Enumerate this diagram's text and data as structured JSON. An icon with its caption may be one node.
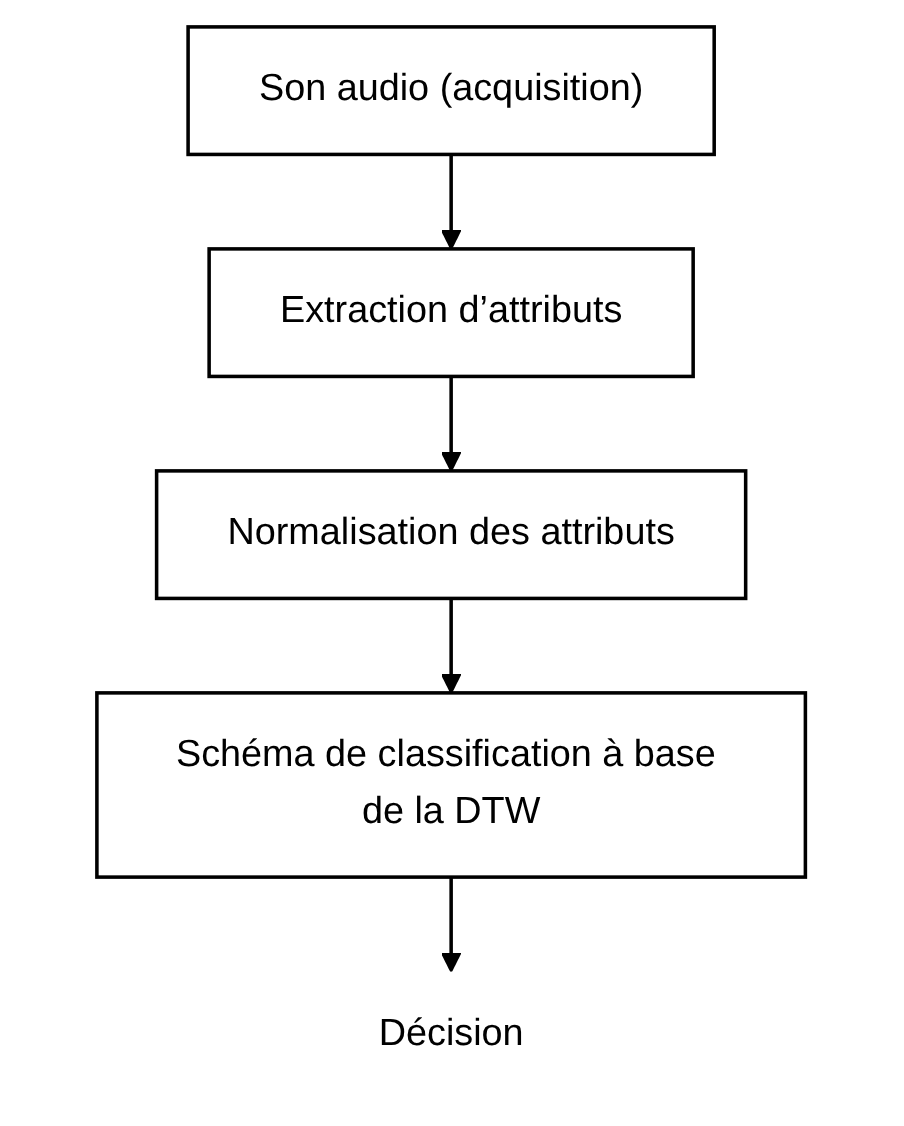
{
  "diagram": {
    "nodes": [
      {
        "text": [
          "Son audio (acquisition)"
        ]
      },
      {
        "text": [
          "Extraction d’attributs"
        ]
      },
      {
        "text": [
          "Normalisation des attributs"
        ]
      },
      {
        "text": [
          "Schéma de classification à base de la DTW"
        ]
      },
      {
        "text": [
          "Décision"
        ]
      }
    ],
    "edges": [
      {
        "from": 0,
        "to": 1,
        "arrow": "to"
      },
      {
        "from": 1,
        "to": 2,
        "arrow": "to"
      },
      {
        "from": 2,
        "to": 3,
        "arrow": "to"
      },
      {
        "from": 3,
        "to": 4,
        "arrow": "to"
      }
    ]
  }
}
